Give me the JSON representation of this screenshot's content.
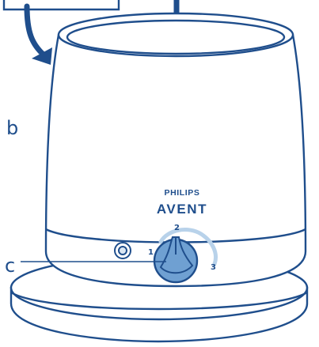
{
  "labels": {
    "b": "b",
    "c": "c"
  },
  "brand": {
    "maker": "PHILIPS",
    "product": "AVENT"
  },
  "dial": {
    "mark_1": "1",
    "mark_2": "2",
    "mark_3": "3"
  },
  "colors": {
    "line": "#1f4e8c",
    "dial_fill": "#6fa0d2",
    "dial_arc": "#b8d2ea"
  }
}
